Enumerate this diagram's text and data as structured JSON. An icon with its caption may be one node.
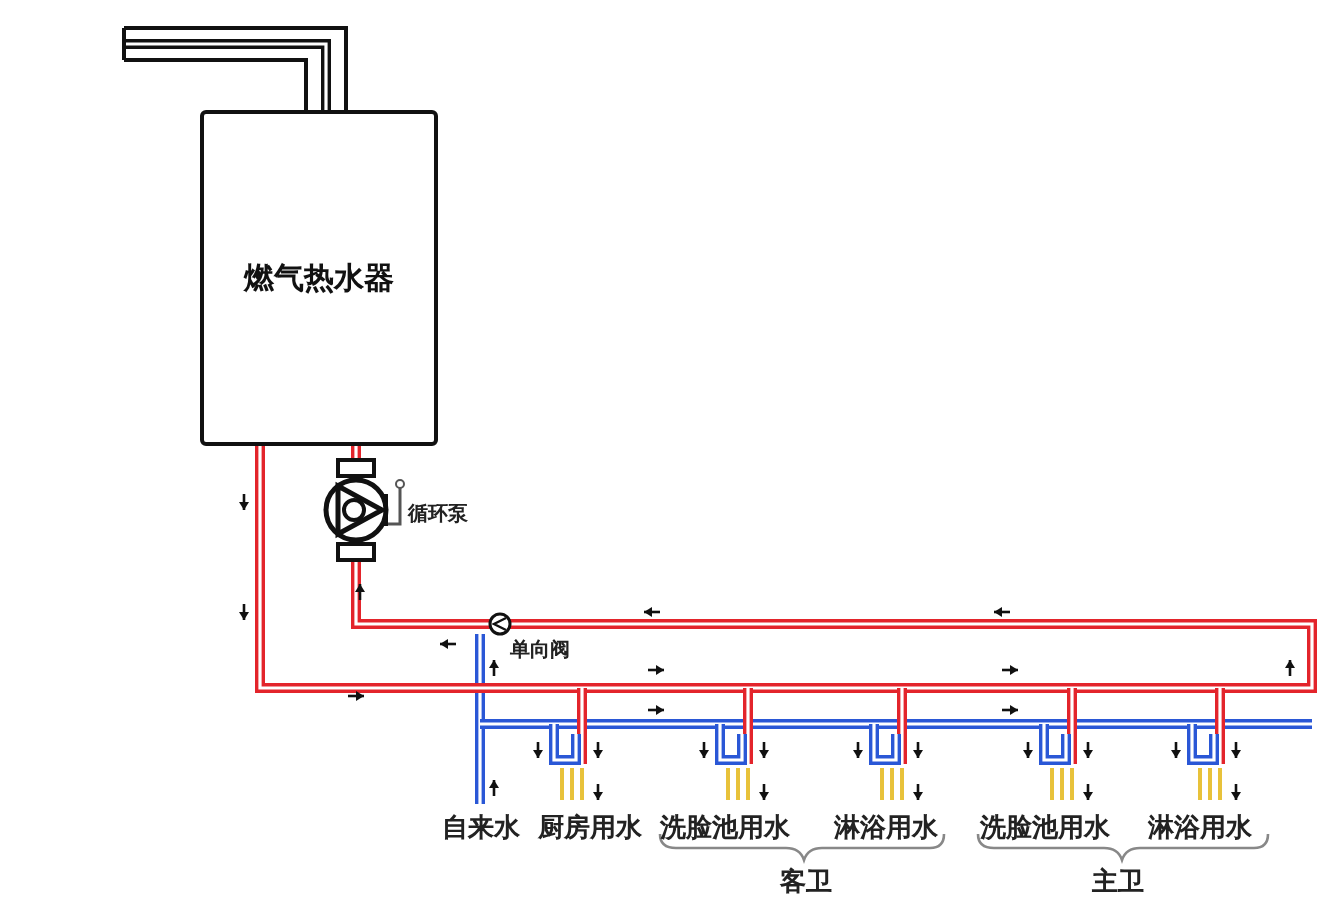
{
  "diagram": {
    "nodes": [
      {
        "text": [
          "燃气热水器"
        ]
      }
    ],
    "labels": [
      "循环泵",
      "单向阀",
      "自来水",
      "厨房用水",
      "洗脸池用水",
      "淋浴用水",
      "洗脸池用水",
      "淋浴用水",
      "客卫",
      "主卫"
    ]
  }
}
